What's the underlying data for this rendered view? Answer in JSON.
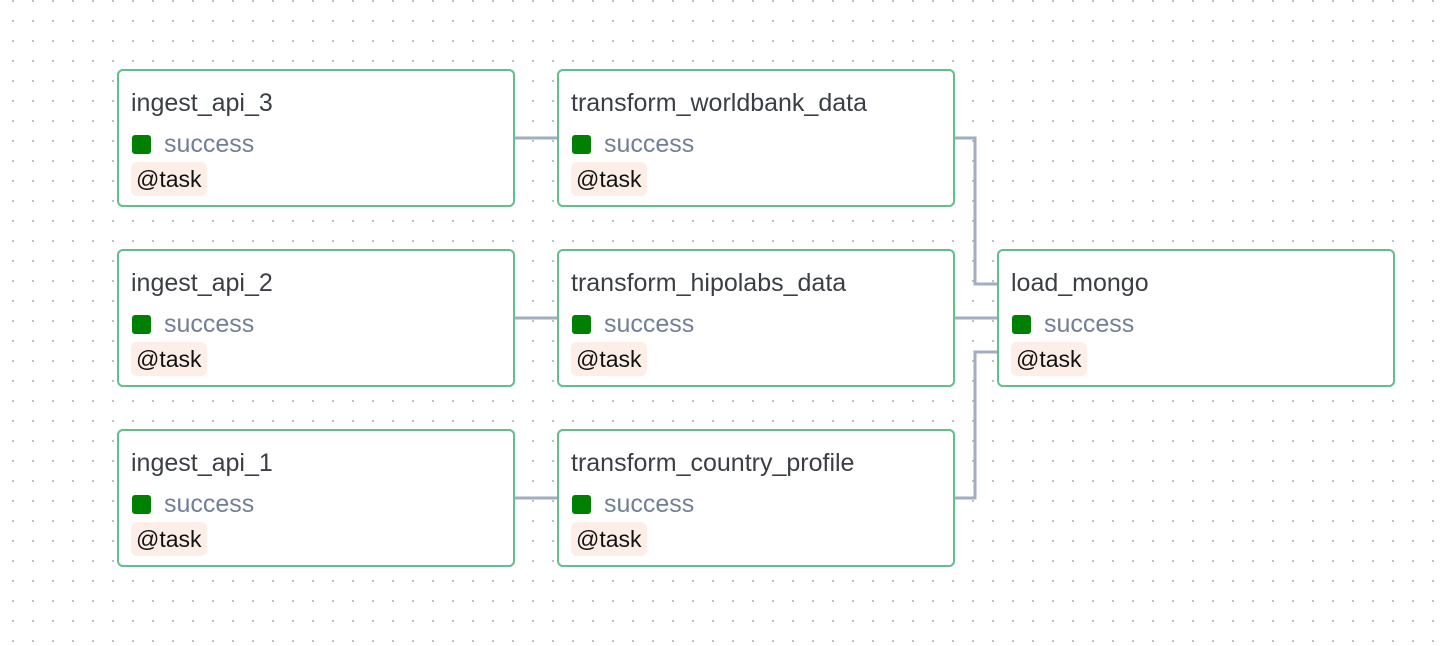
{
  "graph": {
    "status_color": "#008000",
    "border_color": "#5fc08a",
    "edge_color": "#a0aec0",
    "nodes": [
      {
        "id": "ingest_api_3",
        "label": "ingest_api_3",
        "status": "success",
        "operator": "@task"
      },
      {
        "id": "transform_worldbank_data",
        "label": "transform_worldbank_data",
        "status": "success",
        "operator": "@task"
      },
      {
        "id": "ingest_api_2",
        "label": "ingest_api_2",
        "status": "success",
        "operator": "@task"
      },
      {
        "id": "transform_hipolabs_data",
        "label": "transform_hipolabs_data",
        "status": "success",
        "operator": "@task"
      },
      {
        "id": "load_mongo",
        "label": "load_mongo",
        "status": "success",
        "operator": "@task"
      },
      {
        "id": "ingest_api_1",
        "label": "ingest_api_1",
        "status": "success",
        "operator": "@task"
      },
      {
        "id": "transform_country_profile",
        "label": "transform_country_profile",
        "status": "success",
        "operator": "@task"
      }
    ],
    "edges": [
      {
        "from": "ingest_api_3",
        "to": "transform_worldbank_data"
      },
      {
        "from": "ingest_api_2",
        "to": "transform_hipolabs_data"
      },
      {
        "from": "ingest_api_1",
        "to": "transform_country_profile"
      },
      {
        "from": "transform_worldbank_data",
        "to": "load_mongo"
      },
      {
        "from": "transform_hipolabs_data",
        "to": "load_mongo"
      },
      {
        "from": "transform_country_profile",
        "to": "load_mongo"
      }
    ]
  }
}
